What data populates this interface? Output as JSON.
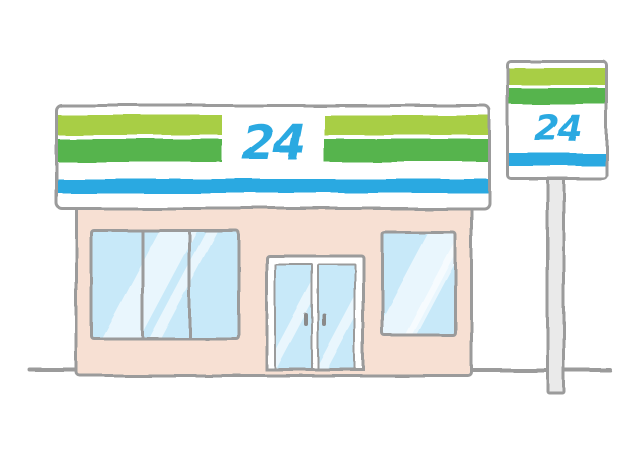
{
  "illustration": {
    "subject": "convenience-store-front",
    "storefront_sign": {
      "label": "24"
    },
    "pole_sign": {
      "label": "24"
    }
  },
  "colors": {
    "light_green": "#a8ce44",
    "green": "#56b44e",
    "blue": "#2ca9e1",
    "facade": "#f7e0d3",
    "window": "#c8e9f9",
    "outline": "#9b9b9b",
    "pole": "#eaeaea",
    "handle": "#8a8a8a",
    "shine": "rgba(255,255,255,0.6)"
  }
}
